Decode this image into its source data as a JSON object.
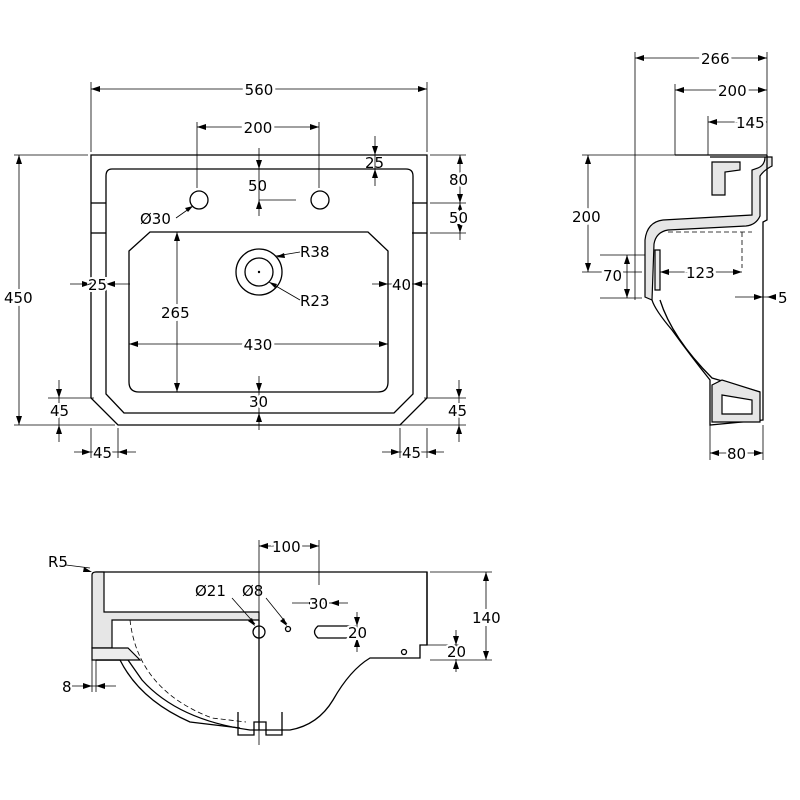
{
  "top_view": {
    "overall_width": "560",
    "tap_spacing": "200",
    "top_edge": "25",
    "tap_offset": "50",
    "tap_hole": "Ø30",
    "right_80": "80",
    "right_50": "50",
    "waste_outer": "R38",
    "waste_inner": "R23",
    "depth_overall": "450",
    "side_rim": "25",
    "bowl_depth": "265",
    "bowl_width": "430",
    "right_rim": "40",
    "front_rim": "30",
    "chamfer_left_v": "45",
    "chamfer_right_v": "45",
    "chamfer_left_h": "45",
    "chamfer_right_h": "45"
  },
  "side_view": {
    "depth_266": "266",
    "depth_200": "200",
    "depth_145": "145",
    "height_200": "200",
    "height_70": "70",
    "width_123": "123",
    "wall_5": "5",
    "foot_80": "80"
  },
  "front_view": {
    "corner_radius": "R5",
    "tap_to_waste": "100",
    "overflow_len": "30",
    "hole_21": "Ø21",
    "hole_8": "Ø8",
    "overflow_h": "20",
    "total_height": "140",
    "foot_height": "20",
    "wall_8": "8"
  }
}
